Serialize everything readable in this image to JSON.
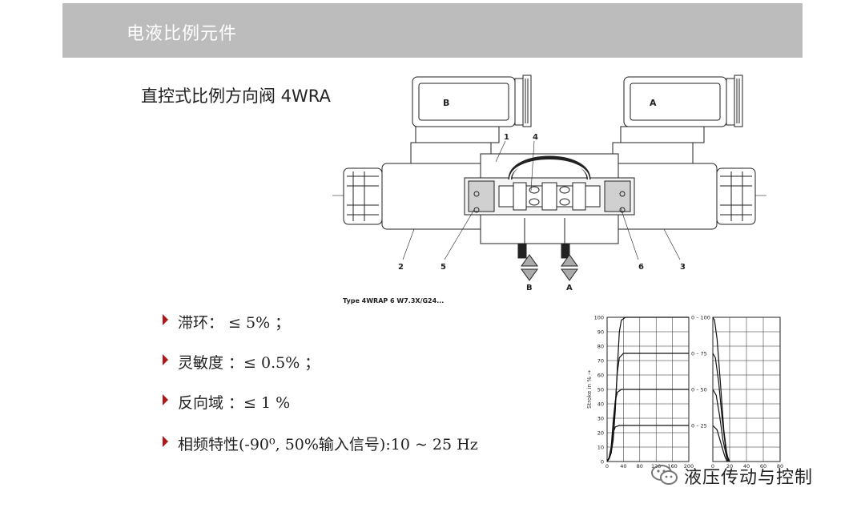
{
  "header": {
    "title": "电液比例元件"
  },
  "slide": {
    "subtitle": "直控式比例方向阀 4WRA"
  },
  "valve_diagram": {
    "solenoid_b_label": "B",
    "solenoid_a_label": "A",
    "part_numbers": [
      "1",
      "2",
      "3",
      "4",
      "5",
      "6"
    ],
    "port_b": "B",
    "port_a": "A",
    "caption": "Type 4WRAP 6 W7.3X/G24..."
  },
  "specs": [
    {
      "text": "滞环：  ≤ 5% ；"
    },
    {
      "text": "灵敏度 ：≤   0.5%    ；"
    },
    {
      "text": "反向域 ：≤   1 %"
    },
    {
      "text": "相频特性(-90⁰, 50%输入信号):10 ~ 25  Hz"
    }
  ],
  "colors": {
    "bullet": "#b01818",
    "header_bg": "#bcbcbc"
  },
  "chart_data": {
    "type": "line",
    "ylabel": "Stroke in % →",
    "y_ticks": [
      "0",
      "10",
      "20",
      "30",
      "40",
      "50",
      "60",
      "70",
      "80",
      "90",
      "100"
    ],
    "ylim": [
      0,
      100
    ],
    "left_panel": {
      "x_ticks": [
        "0",
        "40",
        "80",
        "120",
        "160",
        "200"
      ],
      "xlim": [
        0,
        200
      ],
      "series": [
        {
          "name": "0 – 100",
          "x": [
            0,
            5,
            10,
            15,
            20,
            25,
            30,
            35,
            45,
            200
          ],
          "y": [
            0,
            2,
            6,
            15,
            35,
            65,
            90,
            98,
            100,
            100
          ]
        },
        {
          "name": "0 – 75",
          "x": [
            0,
            5,
            10,
            15,
            20,
            25,
            30,
            40,
            200
          ],
          "y": [
            0,
            2,
            6,
            18,
            40,
            62,
            72,
            75,
            75
          ]
        },
        {
          "name": "0 – 50",
          "x": [
            0,
            5,
            10,
            15,
            20,
            25,
            35,
            200
          ],
          "y": [
            0,
            3,
            10,
            28,
            42,
            48,
            50,
            50
          ]
        },
        {
          "name": "0 – 25",
          "x": [
            0,
            5,
            10,
            15,
            20,
            30,
            200
          ],
          "y": [
            0,
            3,
            10,
            20,
            24,
            25,
            25
          ]
        }
      ]
    },
    "right_panel": {
      "x_ticks": [
        "0",
        "20",
        "40",
        "60",
        "80"
      ],
      "xlim": [
        0,
        80
      ],
      "series": [
        {
          "name": "0 – 100",
          "x": [
            0,
            2,
            5,
            9,
            13,
            17,
            20
          ],
          "y": [
            100,
            98,
            85,
            55,
            22,
            4,
            0
          ]
        },
        {
          "name": "0 – 75",
          "x": [
            0,
            3,
            7,
            11,
            15,
            19
          ],
          "y": [
            75,
            72,
            55,
            30,
            10,
            0
          ]
        },
        {
          "name": "0 – 50",
          "x": [
            0,
            4,
            8,
            12,
            16,
            18
          ],
          "y": [
            50,
            46,
            32,
            15,
            4,
            0
          ]
        },
        {
          "name": "0 – 25",
          "x": [
            0,
            5,
            10,
            14,
            17
          ],
          "y": [
            25,
            22,
            12,
            4,
            0
          ]
        }
      ]
    }
  },
  "watermark": {
    "text": "液压传动与控制",
    "icon": "wechat-icon"
  }
}
